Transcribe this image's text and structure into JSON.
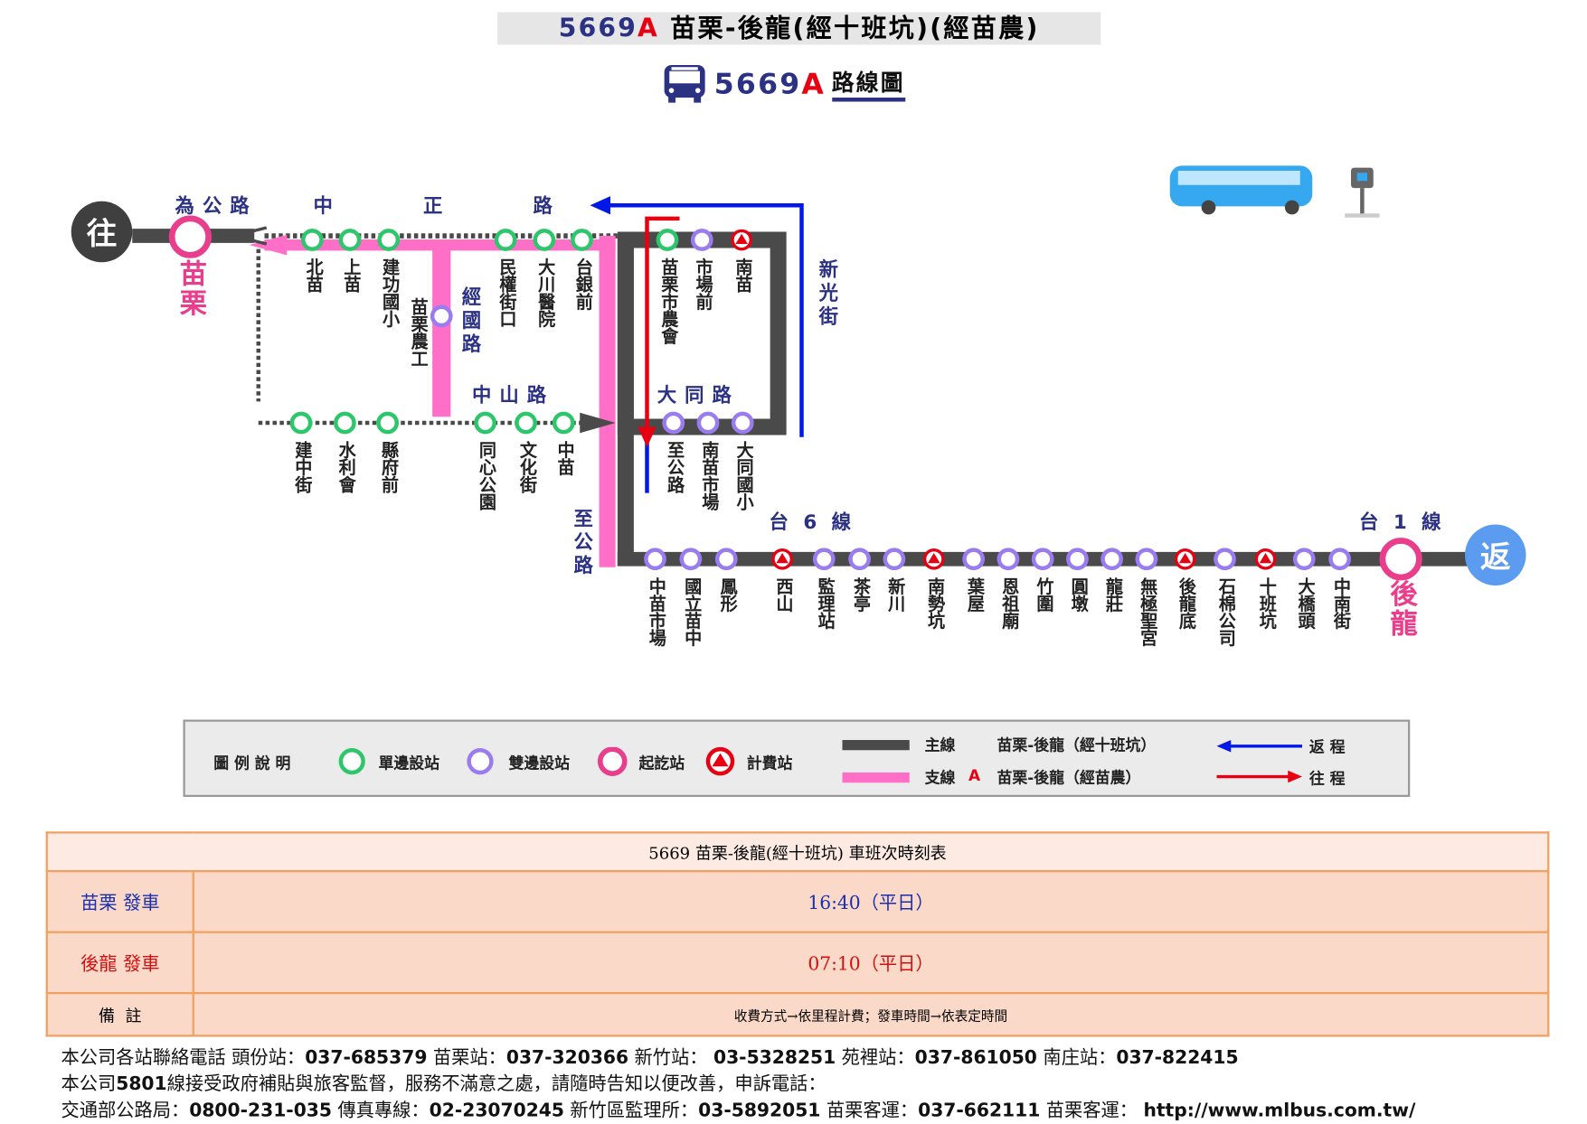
{
  "header": {
    "route_no": "5669",
    "route_suffix": "A",
    "title_rest": "苗栗-後龍(經十班坑)(經苗農)",
    "subtitle_no": "5669",
    "subtitle_suffix": "A",
    "subtitle_label": "路線圖"
  },
  "map": {
    "start_badge": "往",
    "end_badge": "返",
    "start_terminal": "苗栗",
    "end_terminal": "後龍",
    "roads": {
      "weigong": "為公路",
      "zhongzheng_1": "中",
      "zhongzheng_2": "正",
      "zhongzheng_3": "路",
      "jingguo": "經國路",
      "zhongshan": "中山路",
      "datong": "大同路",
      "xinguang": "新光街",
      "zhigong": "至公路",
      "tai6": "台 6 線",
      "tai1": "台 1 線"
    },
    "top_row": [
      {
        "name": "北苗",
        "type": "single"
      },
      {
        "name": "上苗",
        "type": "single"
      },
      {
        "name": "建功國小",
        "type": "single"
      },
      {
        "name": "民權街口",
        "type": "single"
      },
      {
        "name": "大川醫院",
        "type": "single"
      },
      {
        "name": "台銀前",
        "type": "single"
      },
      {
        "name": "苗栗市農會",
        "type": "single"
      },
      {
        "name": "市場前",
        "type": "double"
      },
      {
        "name": "南苗",
        "type": "fare"
      }
    ],
    "branch_stop": {
      "name": "苗栗農工",
      "type": "double"
    },
    "mid_row": [
      {
        "name": "建中街",
        "type": "single"
      },
      {
        "name": "水利會",
        "type": "single"
      },
      {
        "name": "縣府前",
        "type": "single"
      },
      {
        "name": "同心公園",
        "type": "single"
      },
      {
        "name": "文化街",
        "type": "single"
      },
      {
        "name": "中苗",
        "type": "single"
      },
      {
        "name": "至公路",
        "type": "double"
      },
      {
        "name": "南苗市場",
        "type": "double"
      },
      {
        "name": "大同國小",
        "type": "double"
      }
    ],
    "bottom_row": [
      {
        "name": "中苗市場",
        "type": "double"
      },
      {
        "name": "國立苗中",
        "type": "double"
      },
      {
        "name": "鳳形",
        "type": "double"
      },
      {
        "name": "西山",
        "type": "fare"
      },
      {
        "name": "監理站",
        "type": "double"
      },
      {
        "name": "茶亭",
        "type": "double"
      },
      {
        "name": "新川",
        "type": "double"
      },
      {
        "name": "南勢坑",
        "type": "fare"
      },
      {
        "name": "葉屋",
        "type": "double"
      },
      {
        "name": "恩祖廟",
        "type": "double"
      },
      {
        "name": "竹圍",
        "type": "double"
      },
      {
        "name": "圓墩",
        "type": "double"
      },
      {
        "name": "龍莊",
        "type": "double"
      },
      {
        "name": "無極聖宮",
        "type": "double"
      },
      {
        "name": "後龍底",
        "type": "fare"
      },
      {
        "name": "石棉公司",
        "type": "double"
      },
      {
        "name": "十班坑",
        "type": "fare"
      },
      {
        "name": "大橋頭",
        "type": "double"
      },
      {
        "name": "中南街",
        "type": "double"
      }
    ]
  },
  "legend": {
    "title": "圖 例 說 明",
    "single": "單邊設站",
    "double": "雙邊設站",
    "terminal": "起訖站",
    "fare": "計費站",
    "main_label": "主線",
    "main_desc": "苗栗-後龍（經十班坑）",
    "branch_label": "支線",
    "branch_suffix": "A",
    "branch_desc": "苗栗-後龍（經苗農）",
    "return": "返 程",
    "outbound": "往 程"
  },
  "colors": {
    "single": "#2ec66b",
    "double": "#9a7cf0",
    "terminal": "#e83e8c",
    "fare": "#e60012",
    "main": "#4a4a4a",
    "branch": "#ff6ec7",
    "return": "#0018e8",
    "outbound": "#e60012"
  },
  "timetable": {
    "title": "5669 苗栗-後龍(經十班坑)  車班次時刻表",
    "rows": [
      {
        "label": "苗栗 發車",
        "value": "16:40（平日）"
      },
      {
        "label": "後龍 發車",
        "value": "07:10（平日）"
      }
    ],
    "note_label": "備  註",
    "note": "收費方式→依里程計費；發車時間→依表定時間"
  },
  "footer": {
    "line1_a": "本公司各站聯絡電話 頭份站：",
    "p1": "037-685379",
    "line1_b": " 苗栗站：",
    "p2": "037-320366",
    "line1_c": " 新竹站： ",
    "p3": "03-5328251",
    "line1_d": " 苑裡站：",
    "p4": "037-861050",
    "line1_e": " 南庄站：",
    "p5": "037-822415",
    "line2_a": "本公司",
    "line2_b": "5801",
    "line2_c": "線接受政府補貼與旅客監督，服務不滿意之處，請隨時告知以便改善，申訴電話：",
    "line3_a": "交通部公路局：",
    "q1": "0800-231-035",
    "line3_b": " 傳真專線：",
    "q2": "02-23070245",
    "line3_c": " 新竹區監理所：",
    "q3": "03-5892051",
    "line3_d": " 苗栗客運：",
    "q4": "037-662111",
    "line3_e": " 苗栗客運： ",
    "url": "http://www.mlbus.com.tw/"
  }
}
